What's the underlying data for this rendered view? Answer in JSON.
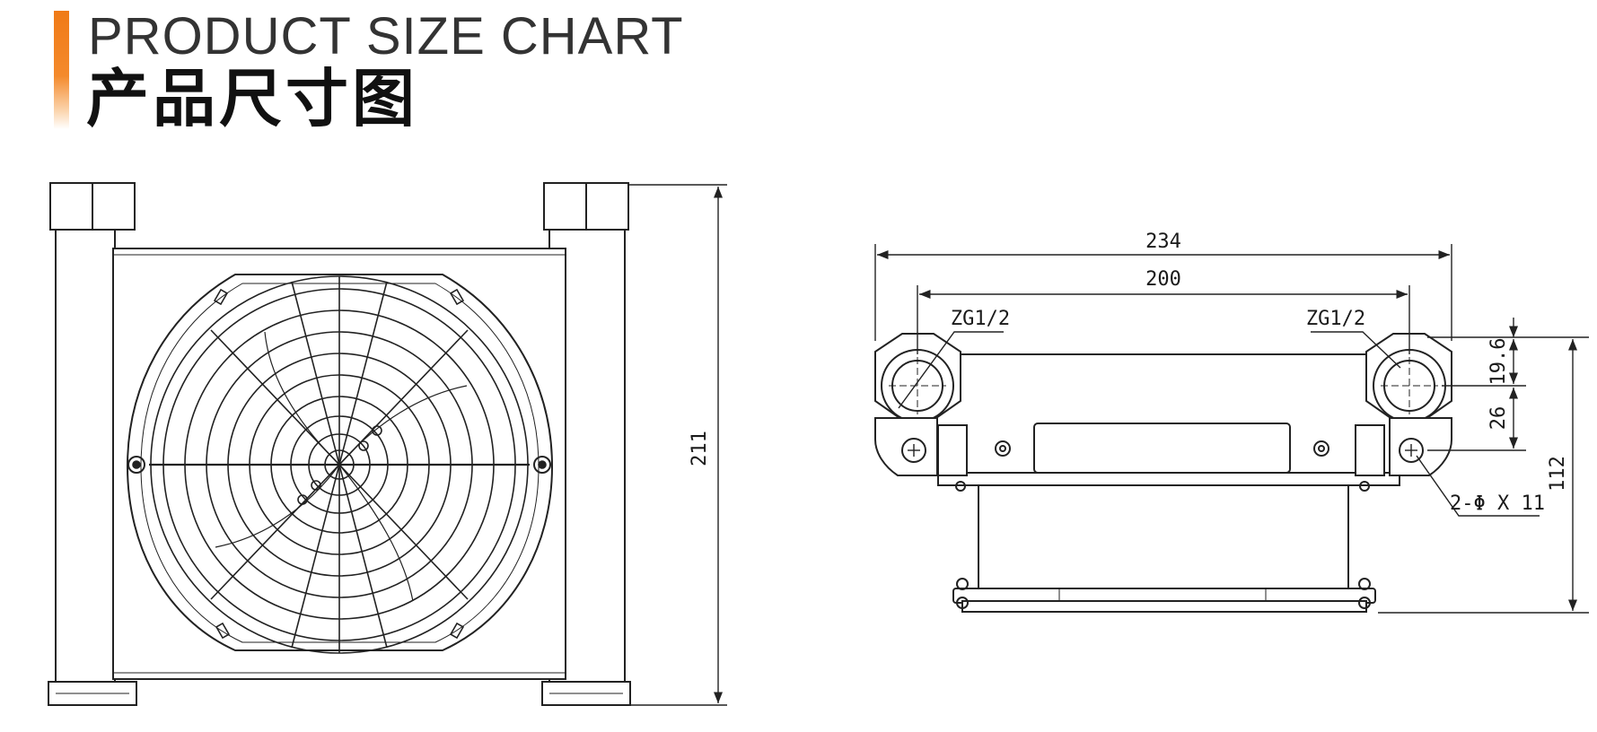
{
  "header": {
    "title_en": "PRODUCT SIZE CHART",
    "title_cn": "产品尺寸图",
    "accent_color": "#f07a16"
  },
  "front_view": {
    "height_dim": "211"
  },
  "side_view": {
    "overall_width_dim": "234",
    "port_spacing_dim": "200",
    "left_port_label": "ZG1/2",
    "right_port_label": "ZG1/2",
    "port_offset_dim": "19.6",
    "port_to_hole_dim": "26",
    "total_height_dim": "112",
    "mount_hole_label": "2-Φ X 11"
  }
}
